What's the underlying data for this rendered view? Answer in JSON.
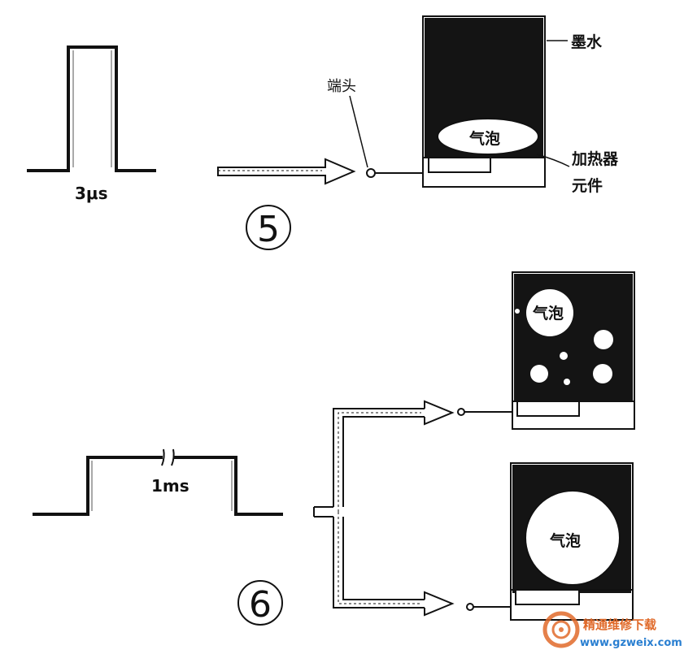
{
  "panel5": {
    "pulse_label": "3μs",
    "terminal_label": "端头",
    "ink_label": "墨水",
    "bubble_label": "气泡",
    "heater_label_line1": "加热器",
    "heater_label_line2": "元件",
    "step_number": "⑤"
  },
  "panel6": {
    "pulse_label": "1ms",
    "bubble_top_label": "气泡",
    "bubble_bottom_label": "气泡",
    "step_number": "⑥"
  },
  "watermark": {
    "title": "精通维修下载",
    "url": "www.gzweix.com"
  },
  "colors": {
    "ink": "#111111",
    "paper": "#ffffff",
    "watermark_orange": "#e06a2a",
    "watermark_blue": "#2a7fd1"
  }
}
